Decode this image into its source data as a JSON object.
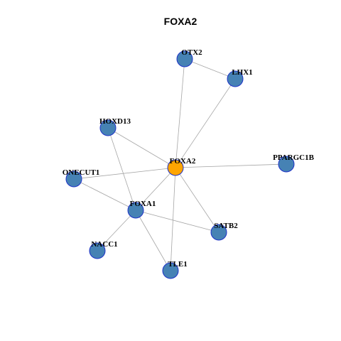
{
  "title": "FOXA2",
  "colors": {
    "background": "#ffffff",
    "node_default": "#4682b4",
    "node_center": "#ffa500",
    "node_stroke": "#1e32c8",
    "edge": "#a6a6a6"
  },
  "nodes": [
    {
      "id": "FOXA2",
      "label": "FOXA2",
      "center": true
    },
    {
      "id": "OTX2",
      "label": "OTX2"
    },
    {
      "id": "LHX1",
      "label": "LHX1"
    },
    {
      "id": "HOXD13",
      "label": "HOXD13"
    },
    {
      "id": "PPARGC1B",
      "label": "PPARGC1B"
    },
    {
      "id": "ONECUT1",
      "label": "ONECUT1"
    },
    {
      "id": "FOXA1",
      "label": "FOXA1"
    },
    {
      "id": "SATB2",
      "label": "SATB2"
    },
    {
      "id": "NACC1",
      "label": "NACC1"
    },
    {
      "id": "TLE1",
      "label": "TLE1"
    }
  ],
  "edges": [
    [
      "OTX2",
      "LHX1"
    ],
    [
      "OTX2",
      "FOXA2"
    ],
    [
      "LHX1",
      "FOXA2"
    ],
    [
      "HOXD13",
      "FOXA2"
    ],
    [
      "HOXD13",
      "FOXA1"
    ],
    [
      "PPARGC1B",
      "FOXA2"
    ],
    [
      "ONECUT1",
      "FOXA2"
    ],
    [
      "ONECUT1",
      "FOXA1"
    ],
    [
      "FOXA2",
      "FOXA1"
    ],
    [
      "FOXA2",
      "SATB2"
    ],
    [
      "FOXA2",
      "TLE1"
    ],
    [
      "FOXA1",
      "SATB2"
    ],
    [
      "FOXA1",
      "NACC1"
    ],
    [
      "FOXA1",
      "TLE1"
    ]
  ]
}
